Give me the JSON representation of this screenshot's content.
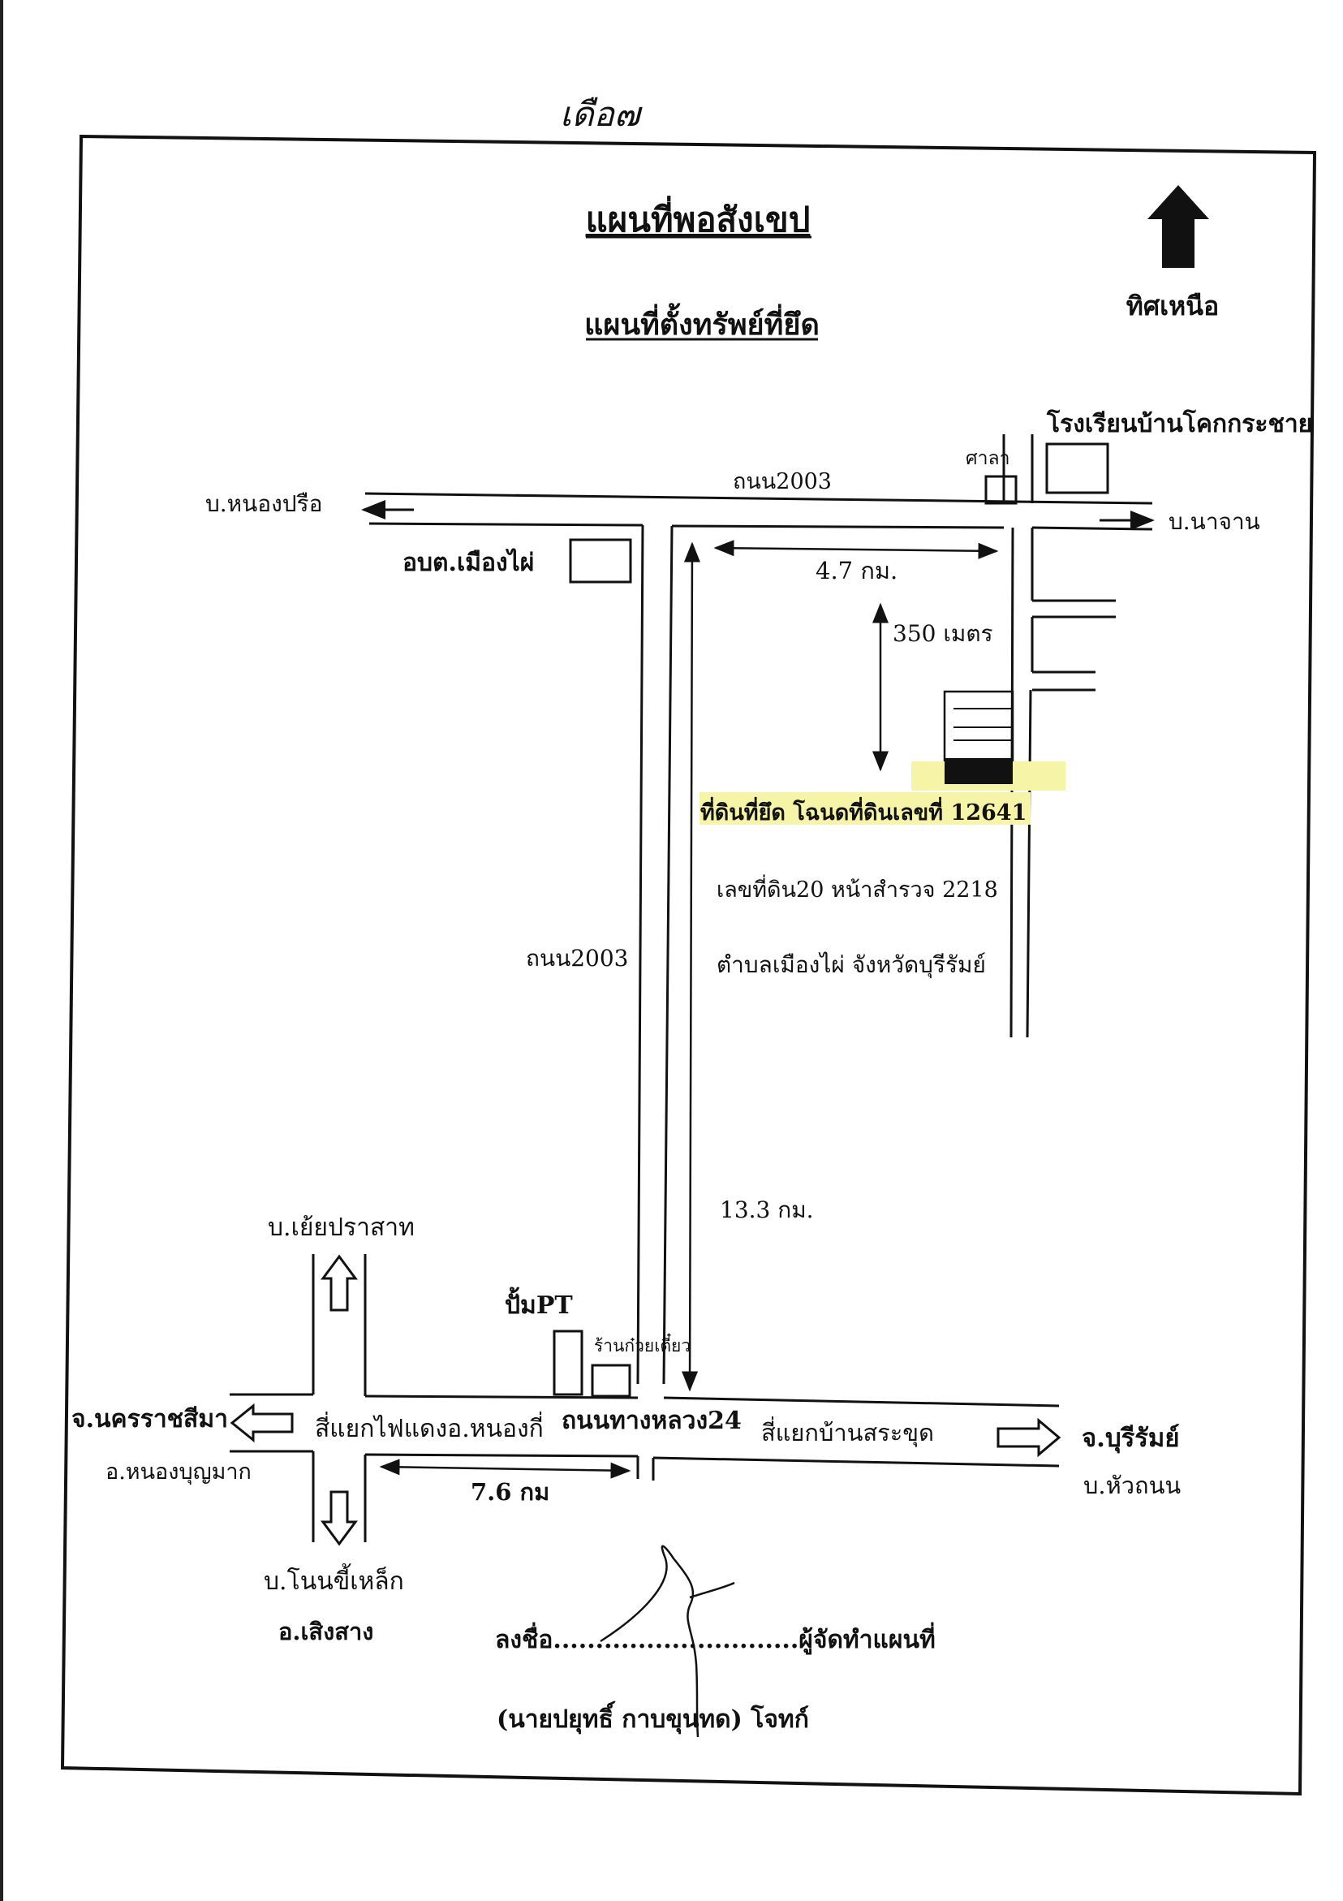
{
  "header": {
    "handwritten_mark": "เดือ๗"
  },
  "titles": {
    "main": "แผนที่พอสังเขป",
    "sub": "แผนที่ตั้งทรัพย์ที่ยึด"
  },
  "compass": {
    "label": "ทิศเหนือ",
    "icon": "north-arrow-icon"
  },
  "landmarks": {
    "school": "โรงเรียนบ้านโคกกระชาย",
    "sala": "ศาลา",
    "obt": "อบต.เมืองไผ่",
    "pump": "ปั้มPT",
    "noodle_shop": "ร้านก๋วยเตี๋ยว"
  },
  "roads": {
    "road_top": "ถนน2003",
    "road_vertical": "ถนน2003",
    "highway": "ถนนทางหลวง24"
  },
  "places": {
    "nong_prue": "บ.หนองปรือ",
    "na_chan": "บ.นาจาน",
    "yoei_prasat": "บ.เย้ยปราสาท",
    "nakhon_ratchasima": "จ.นครราชสีมา",
    "nong_bun_mak": "อ.หนองบุญมาก",
    "non_khi_lek": "บ.โนนขี้เหล็ก",
    "soeng_sang": "อ.เสิงสาง",
    "buriram": "จ.บุรีรัมย์",
    "hua_thanon": "บ.หัวถนน"
  },
  "intersections": {
    "nong_ki_light": "สี่แยกไฟแดงอ.หนองกี่",
    "sa_khut": "สี่แยกบ้านสระขุด"
  },
  "distances": {
    "d_4_7": "4.7 กม.",
    "d_350": "350 เมตร",
    "d_13_3": "13.3 กม.",
    "d_7_6": "7.6 กม"
  },
  "property": {
    "line1": "ที่ดินที่ยึด โฉนดที่ดินเลขที่ 12641",
    "line2": "เลขที่ดิน20 หน้าสำรวจ 2218",
    "line3": "ตำบลเมืองไผ่ จังหวัดบุรีรัมย์",
    "highlight_color": "#f6f4a6"
  },
  "signature": {
    "sign_line": "ลงชื่อ.............................ผู้จัดทำแผนที่",
    "name": "(นายปยุทธิ์  กาบขุนทด) โจทก์"
  },
  "colors": {
    "ink": "#111111",
    "paper": "#ffffff",
    "highlight": "#f6f4a6"
  }
}
